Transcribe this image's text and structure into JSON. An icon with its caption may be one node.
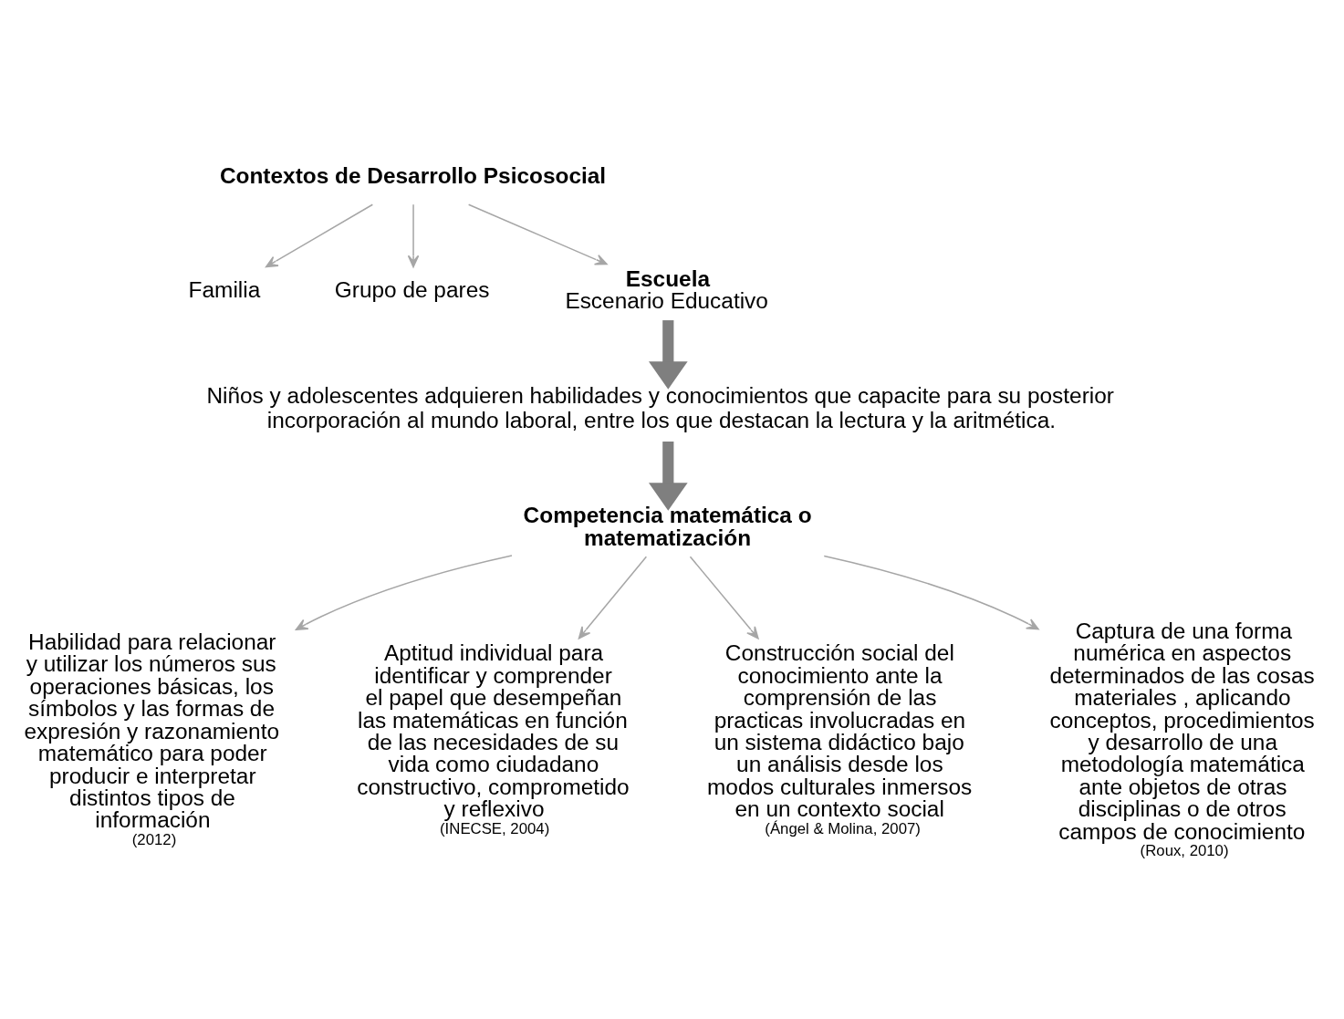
{
  "diagram": {
    "nodes": [
      {
        "text": [
          "Contextos de Desarrollo Psicosocial"
        ]
      },
      {
        "text": [
          "Familia"
        ]
      },
      {
        "text": [
          "Grupo de pares"
        ]
      },
      {
        "text": [
          "Escuela",
          "Escenario Educativo"
        ]
      },
      {
        "text": [
          "Niños y adolescentes adquieren habilidades y conocimientos que capacite para su posterior incorporación al mundo laboral, entre los que destacan la lectura y la aritmética."
        ]
      },
      {
        "text": [
          "Competencia matemática o matematización"
        ]
      },
      {
        "text": [
          "Habilidad para relacionar y utilizar los números sus operaciones básicas, los símbolos y las formas de expresión y razonamiento matemático para poder producir e interpretar distintos tipos de información"
        ],
        "beside": [
          "(2012)"
        ]
      },
      {
        "text": [
          "Aptitud individual para identificar y comprender el papel que desempeñan las matemáticas en función de las necesidades de su vida como ciudadano constructivo, comprometido y reflexivo"
        ],
        "beside": [
          "(INECSE, 2004)"
        ]
      },
      {
        "text": [
          "Construcción social del conocimiento ante la comprensión de las practicas involucradas en un sistema didáctico bajo un análisis desde los modos culturales inmersos en un contexto social"
        ],
        "beside": [
          "(Ángel & Molina, 2007)"
        ]
      },
      {
        "text": [
          "Captura de una forma numérica en aspectos determinados de las cosas materiales , aplicando conceptos, procedimientos y desarrollo de una metodología matemática ante objetos de otras disciplinas o de otros campos de conocimiento"
        ],
        "beside": [
          "(Roux, 2010)"
        ]
      }
    ],
    "edges": [
      {
        "from": 0,
        "to": 1,
        "arrow": "to"
      },
      {
        "from": 0,
        "to": 3,
        "arrow": "to"
      },
      {
        "from": 0,
        "to": 2,
        "arrow": "to"
      },
      {
        "from": 3,
        "to": 4,
        "arrow": "to",
        "style": "thick",
        "color": "#7f7f7f"
      },
      {
        "from": 4,
        "to": 5,
        "arrow": "to",
        "style": "thick",
        "color": "#7f7f7f"
      },
      {
        "from": 5,
        "to": 6,
        "arrow": "to"
      },
      {
        "from": 5,
        "to": 7,
        "arrow": "to"
      },
      {
        "from": 5,
        "to": 8,
        "arrow": "to"
      },
      {
        "from": 5,
        "to": 9,
        "arrow": "to"
      }
    ]
  }
}
